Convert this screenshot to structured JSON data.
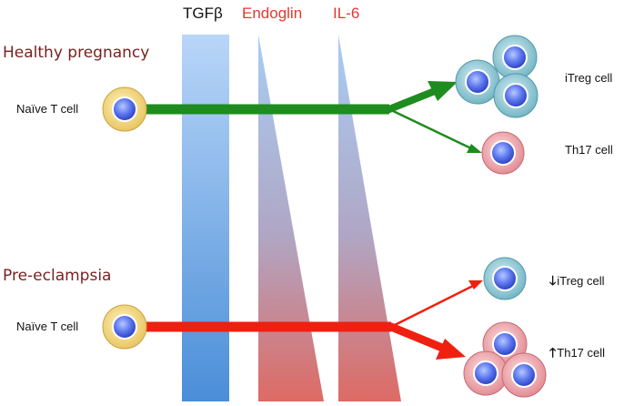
{
  "factors": {
    "tgfb": {
      "label": "TGFβ",
      "color": "#111111"
    },
    "endoglin": {
      "label": "Endoglin",
      "color": "#e03a2f"
    },
    "il6": {
      "label": "IL-6",
      "color": "#e03a2f"
    }
  },
  "healthy": {
    "title": "Healthy pregnancy",
    "naive_label": "Naïve T cell",
    "itreg_label": "iTreg cell",
    "th17_label": "Th17 cell"
  },
  "preeclampsia": {
    "title": "Pre-eclampsia",
    "naive_label": "Naïve T cell",
    "itreg_label": "iTreg cell",
    "th17_label": "Th17 cell",
    "itreg_change": "down",
    "th17_change": "up"
  },
  "icons": {
    "down_arrow": "down-arrow-icon",
    "up_arrow": "up-arrow-icon"
  },
  "colors": {
    "healthy_arrow": "#1e8c1e",
    "preeclampsia_arrow": "#f02010",
    "bar_blue": "#5a9ee0",
    "bar_red": "#de6a64",
    "naive_ring": "#f2dc7c",
    "itreg_ring": "#7ec4d2",
    "th17_ring": "#ef9aa2",
    "nucleus": "#4466e6",
    "scenario_text": "#7b1f1f"
  }
}
